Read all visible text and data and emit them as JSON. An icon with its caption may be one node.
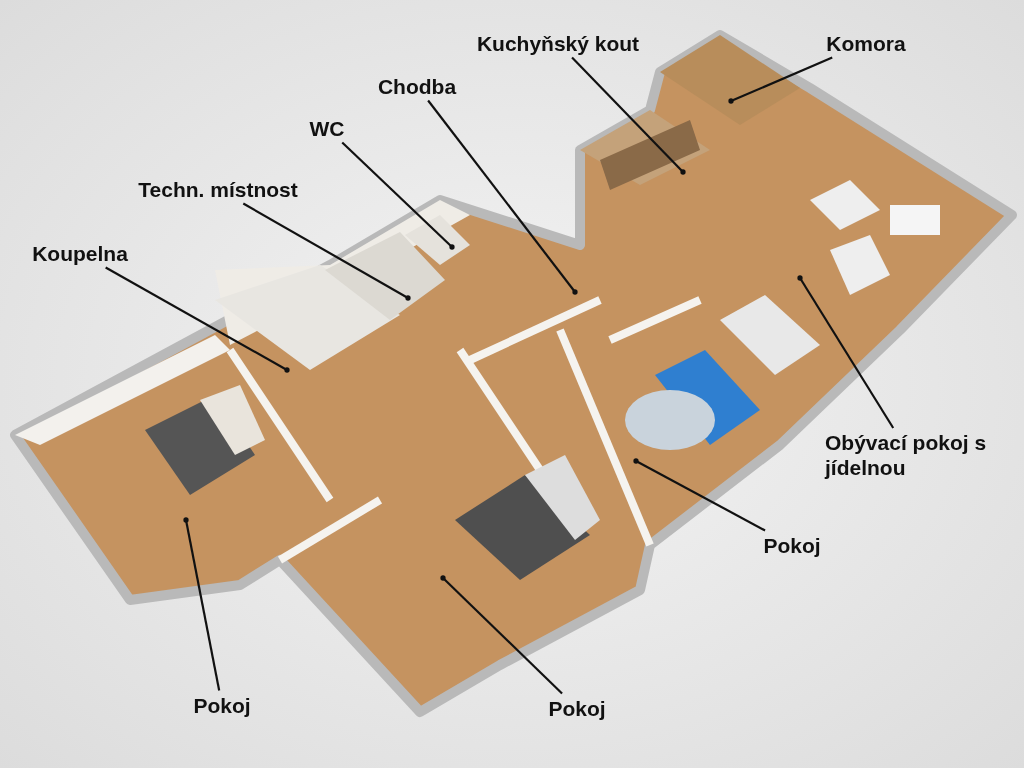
{
  "diagram": {
    "nodes": [
      {
        "text": [
          "Kuchyňský kout"
        ]
      },
      {
        "text": [
          "Komora"
        ]
      },
      {
        "text": [
          "Chodba"
        ]
      },
      {
        "text": [
          "WC"
        ]
      },
      {
        "text": [
          "Techn. místnost"
        ]
      },
      {
        "text": [
          "Koupelna"
        ]
      },
      {
        "text": [
          "Obývací pokoj s jídelnou"
        ]
      },
      {
        "text": [
          "Pokoj"
        ]
      },
      {
        "text": [
          "Pokoj"
        ]
      },
      {
        "text": [
          "Pokoj"
        ]
      }
    ],
    "edges": [
      {
        "from": 0,
        "to": null,
        "arrow": "other"
      },
      {
        "from": 1,
        "to": null,
        "arrow": "other"
      },
      {
        "from": 2,
        "to": null,
        "arrow": "other"
      },
      {
        "from": 3,
        "to": null,
        "arrow": "other"
      },
      {
        "from": 4,
        "to": null,
        "arrow": "other"
      },
      {
        "from": 5,
        "to": null,
        "arrow": "other"
      },
      {
        "from": 6,
        "to": null,
        "arrow": "other"
      },
      {
        "from": 7,
        "to": null,
        "arrow": "other"
      },
      {
        "from": 8,
        "to": null,
        "arrow": "other"
      },
      {
        "from": 9,
        "to": null,
        "arrow": "other"
      }
    ]
  }
}
